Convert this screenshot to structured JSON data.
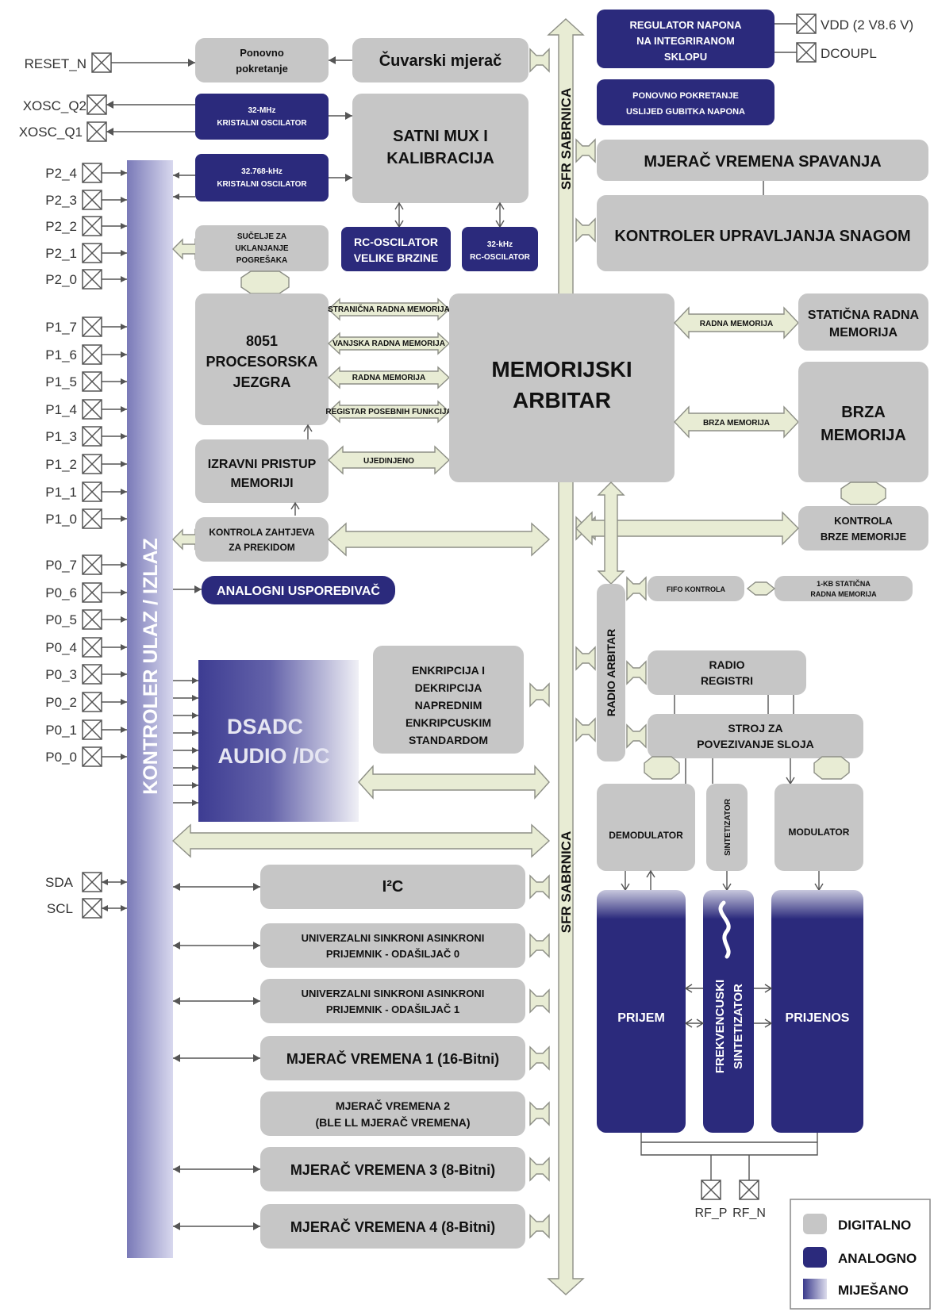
{
  "colors": {
    "digital": "#c6c6c6",
    "analog": "#2b2a7c",
    "mixed_from": "#3a3a8c",
    "mixed_to": "#dcdcec",
    "bus_fill": "#e8ecd4"
  },
  "pins": {
    "reset": "RESET_N",
    "xosc_q2": "XOSC_Q2",
    "xosc_q1": "XOSC_Q1",
    "p2": [
      "P2_4",
      "P2_3",
      "P2_2",
      "P2_1",
      "P2_0"
    ],
    "p1": [
      "P1_7",
      "P1_6",
      "P1_5",
      "P1_4",
      "P1_3",
      "P1_2",
      "P1_1",
      "P1_0"
    ],
    "p0": [
      "P0_7",
      "P0_6",
      "P0_5",
      "P0_4",
      "P0_3",
      "P0_2",
      "P0_1",
      "P0_0"
    ],
    "sda": "SDA",
    "scl": "SCL",
    "vdd": "VDD (2 V8.6 V)",
    "dcoupl": "DCOUPL",
    "rf_p": "RF_P",
    "rf_n": "RF_N"
  },
  "io_controller": "KONTROLER ULAZ / IZLAZ",
  "sfr_bus": "SFR SABRNICA",
  "blocks": {
    "restart": [
      "Ponovno",
      "pokretanje"
    ],
    "watchdog": "Čuvarski mjerač",
    "osc_32mhz": [
      "32-MHz",
      "KRISTALNI OSCILATOR"
    ],
    "osc_32khz_xtal": [
      "32.768-kHz",
      "KRISTALNI OSCILATOR"
    ],
    "clock_mux": [
      "SATNI MUX I",
      "KALIBRACIJA"
    ],
    "rc_high": [
      "RC-OSCILATOR",
      "VELIKE BRZINE"
    ],
    "rc_32khz": [
      "32-kHz",
      "RC-OSCILATOR"
    ],
    "debug": [
      "SUČELJE ZA",
      "UKLANJANJE",
      "POGREŠAKA"
    ],
    "cpu": [
      "8051",
      "PROCESORSKA",
      "JEZGRA"
    ],
    "dma": [
      "IZRAVNI PRISTUP",
      "MEMORIJI"
    ],
    "irq": [
      "KONTROLA ZAHTJEVA",
      "ZA PREKIDOM"
    ],
    "comparator": "ANALOGNI USPOREĐIVAČ",
    "dsadc": [
      "DSADC",
      "AUDIO /DC"
    ],
    "aes": [
      "ENKRIPCIJA I",
      "DEKRIPCIJA",
      "NAPREDNIM",
      "ENKRIPCUSKIM",
      "STANDARDOM"
    ],
    "i2c": "I²C",
    "uart0": [
      "UNIVERZALNI SINKRONI ASINKRONI",
      "PRIJEMNIK - ODAŠILJAČ 0"
    ],
    "uart1": [
      "UNIVERZALNI SINKRONI ASINKRONI",
      "PRIJEMNIK - ODAŠILJAČ 1"
    ],
    "timer1": "MJERAČ VREMENA 1 (16-Bitni)",
    "timer2": [
      "MJERAČ VREMENA 2",
      "(BLE LL MJERAČ VREMENA)"
    ],
    "timer3": "MJERAČ VREMENA 3 (8-Bitni)",
    "timer4": "MJERAČ VREMENA 4 (8-Bitni)",
    "regulator": [
      "REGULATOR NAPONA",
      "NA INTEGRIRANOM",
      "SKLOPU"
    ],
    "brownout": [
      "PONOVNO POKRETANJE",
      "USLIJED GUBITKA NAPONA"
    ],
    "sleep_timer": "MJERAČ VREMENA SPAVANJA",
    "power_mgmt": "KONTROLER UPRAVLJANJA SNAGOM",
    "mem_arbiter": [
      "MEMORIJSKI",
      "ARBITAR"
    ],
    "sram": [
      "STATIČNA RADNA",
      "MEMORIJA"
    ],
    "flash": [
      "BRZA",
      "MEMORIJA"
    ],
    "flash_ctrl": [
      "KONTROLA",
      "BRZE MEMORIJE"
    ],
    "fifo_ctrl": "FIFO KONTROLA",
    "sram_1kb": [
      "1-KB STATIČNA",
      "RADNA MEMORIJA"
    ],
    "radio_arbiter": "RADIO ARBITAR",
    "radio_regs": [
      "RADIO",
      "REGISTRI"
    ],
    "link_layer": [
      "STROJ ZA",
      "POVEZIVANJE SLOJA"
    ],
    "demodulator": "DEMODULATOR",
    "synth_dig": "SINTETIZATOR",
    "modulator": "MODULATOR",
    "receive": "PRIJEM",
    "freq_synth": [
      "FREKVENCUSKI",
      "SINTETIZATOR"
    ],
    "transmit": "PRIJENOS"
  },
  "bus_labels": {
    "paged_ram": "STRANIČNA RADNA MEMORIJA",
    "xram": "VANJSKA RADNA MEMORIJA",
    "ram": "RADNA MEMORIJA",
    "sfr": "REGISTAR POSEBNIH FUNKCIJA",
    "unified": "UJEDINJENO",
    "sram_bus": "RADNA MEMORIJA",
    "flash_bus": "BRZA MEMORIJA"
  },
  "legend": {
    "digital": "DIGITALNO",
    "analog": "ANALOGNO",
    "mixed": "MIJEŠANO"
  }
}
